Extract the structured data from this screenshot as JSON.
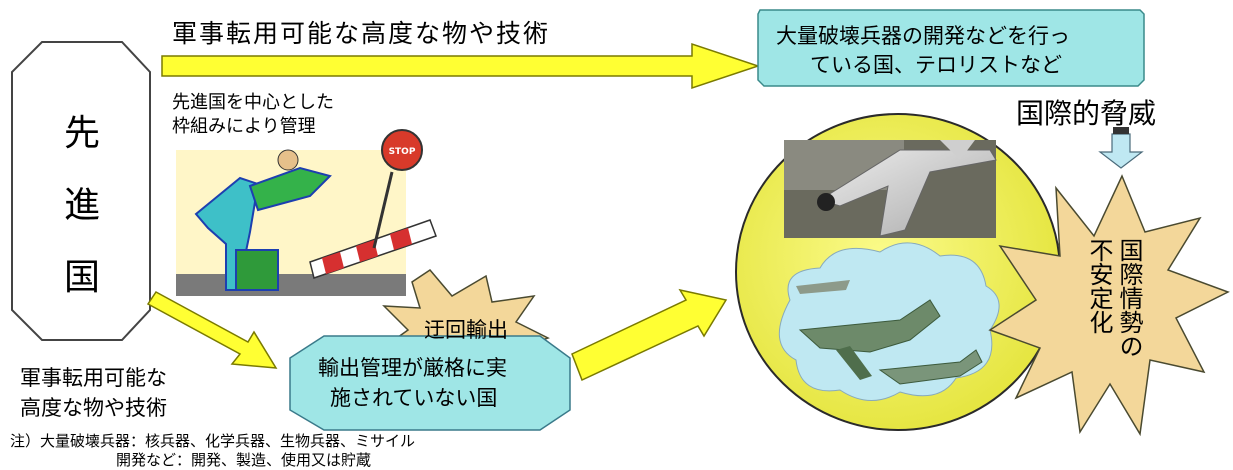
{
  "colors": {
    "arrow_fill": "#ffff33",
    "arrow_stroke": "#7a7a00",
    "box_fill": "#9fe6e6",
    "circle_fill": "#f2f24a",
    "burst_fill": "#f3d79a",
    "down_arrow_fill": "#bfe8f2"
  },
  "developed_country": [
    "先",
    "進",
    "国"
  ],
  "top_arrow_label": "軍事転用可能な高度な物や技術",
  "managed_label": [
    "先進国を中心とした",
    "枠組みにより管理"
  ],
  "target_box": [
    "大量破壊兵器の開発などを行っ",
    "ている国、テロリストなど"
  ],
  "international_threat": "国際的脅威",
  "instability_burst": [
    "国際情勢の",
    "不安定化"
  ],
  "detour_burst": "迂回輸出",
  "lax_country_box": [
    "輸出管理が厳格に実",
    "施されていない国"
  ],
  "bottom_left_label": [
    "軍事転用可能な",
    "高度な物や技術"
  ],
  "note": [
    "注）大量破壊兵器：核兵器、化学兵器、生物兵器、ミサイル",
    "開発など：開発、製造、使用又は貯蔵"
  ],
  "icons": [
    "traffic-officer-stop-sign-icon",
    "fighter-jet-icon",
    "fighter-jet-squadron-icon"
  ]
}
